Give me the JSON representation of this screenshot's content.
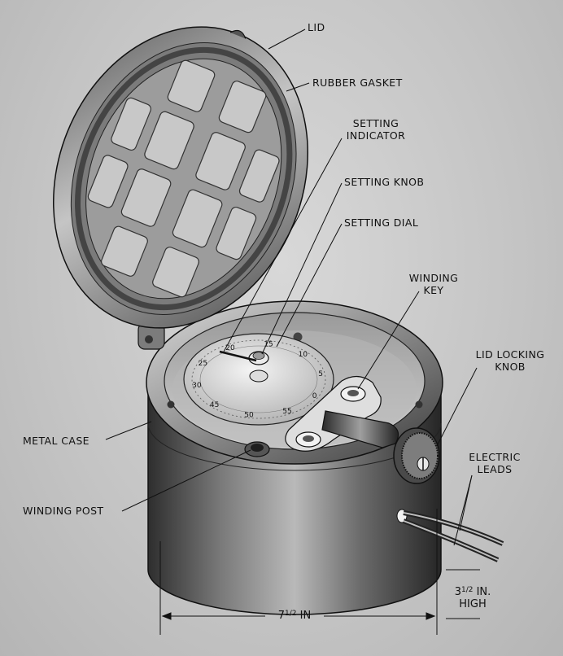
{
  "labels": {
    "lid": "LID",
    "rubber_gasket": "RUBBER GASKET",
    "setting_indicator_1": "SETTING",
    "setting_indicator_2": "INDICATOR",
    "setting_knob": "SETTING KNOB",
    "setting_dial": "SETTING DIAL",
    "winding_key_1": "WINDING",
    "winding_key_2": "KEY",
    "lid_locking_knob_1": "LID LOCKING",
    "lid_locking_knob_2": "KNOB",
    "metal_case": "METAL CASE",
    "winding_post": "WINDING POST",
    "electric_leads_1": "ELECTRIC",
    "electric_leads_2": "LEADS"
  },
  "dimensions": {
    "width_whole": "7",
    "width_fraction": "1/2",
    "width_unit": "IN",
    "height_whole": "3",
    "height_fraction": "1/2",
    "height_unit": "IN.",
    "height_suffix": "HIGH"
  },
  "dial": {
    "numbers": [
      "30",
      "25",
      "20",
      "15",
      "10",
      "5",
      "0",
      "55",
      "50",
      "45"
    ]
  },
  "colors": {
    "metal_dark": "#3a3a3a",
    "metal_mid": "#8a8a8a",
    "metal_light": "#e6e6e6",
    "line": "#111111"
  }
}
